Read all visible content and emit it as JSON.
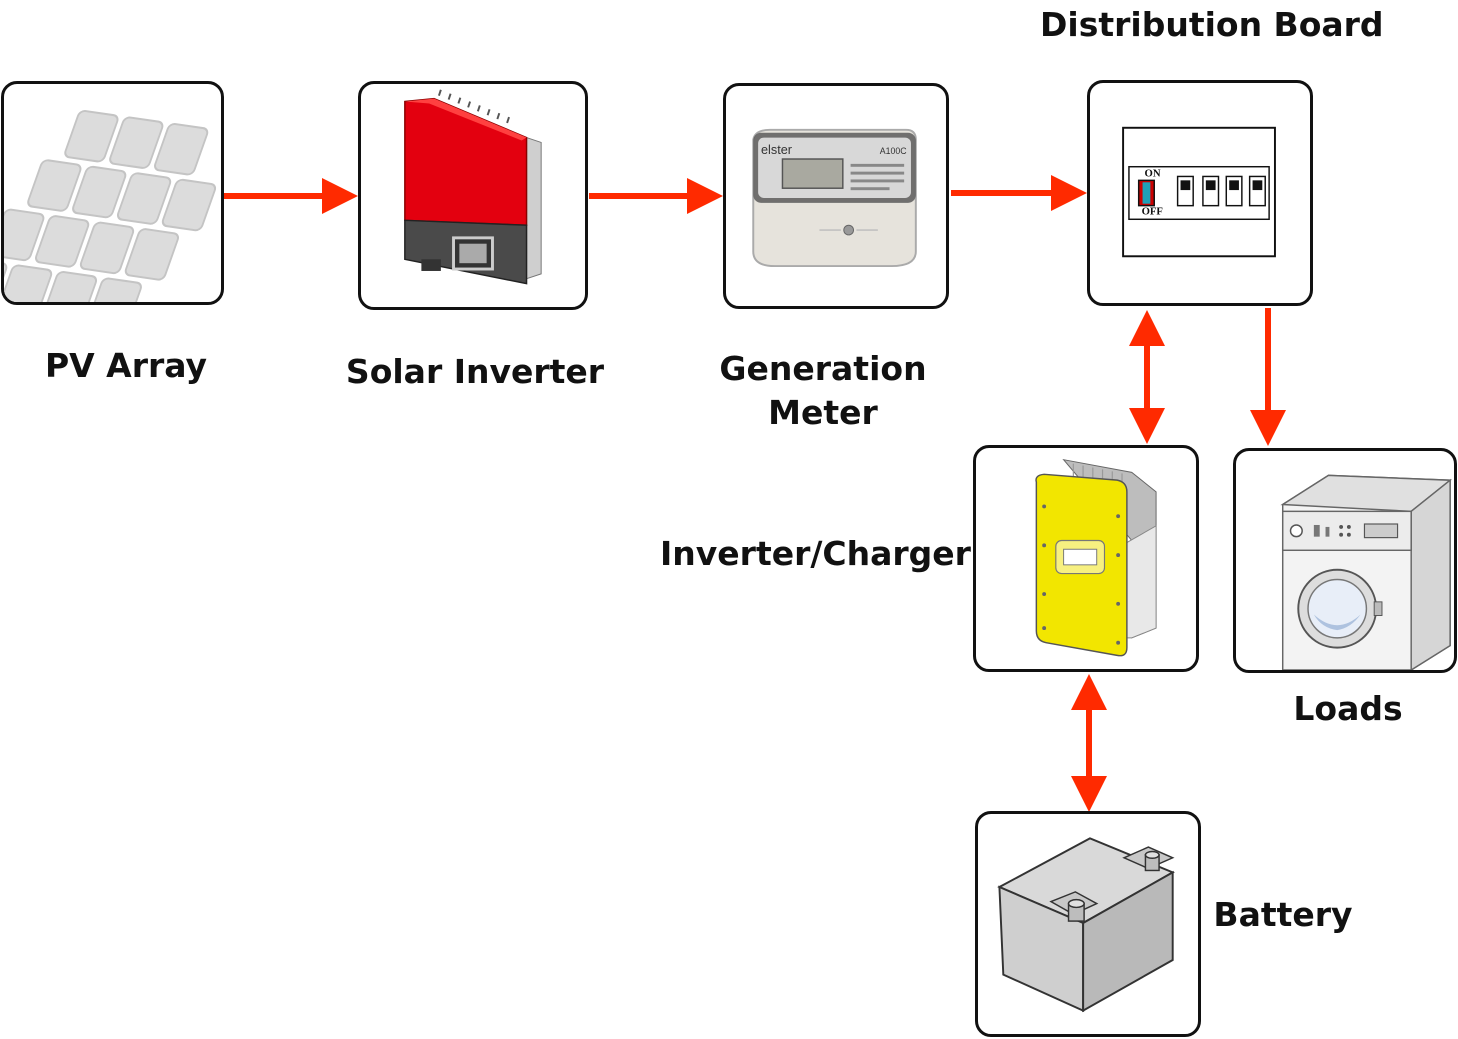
{
  "labels": {
    "pv_array": "PV Array",
    "solar_inverter": "Solar Inverter",
    "generation_meter_line1": "Generation",
    "generation_meter_line2": "Meter",
    "distribution_board": "Distribution Board",
    "inverter_charger": "Inverter/Charger",
    "loads": "Loads",
    "battery": "Battery"
  },
  "device_text": {
    "meter_brand": "elster",
    "meter_model": "A100C",
    "breaker_on": "ON",
    "breaker_off": "OFF"
  },
  "colors": {
    "arrow": "#ff2a00",
    "outline": "#111111",
    "inverter_red": "#e3000f",
    "charger_yellow": "#f2e600"
  }
}
